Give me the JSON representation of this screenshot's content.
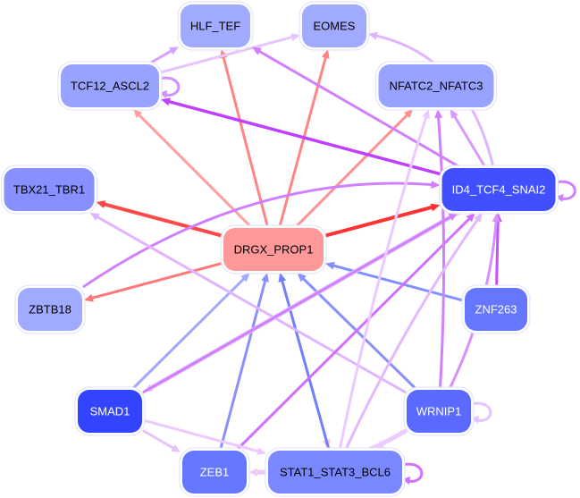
{
  "nodes": [
    {
      "id": "HLF_TEF",
      "label": "HLF_TEF",
      "fill": "#a0aaff",
      "text_color": "#000000"
    },
    {
      "id": "EOMES",
      "label": "EOMES",
      "fill": "#a0aaff",
      "text_color": "#000000"
    },
    {
      "id": "TCF12_ASCL2",
      "label": "TCF12_ASCL2",
      "fill": "#98a2ff",
      "text_color": "#000000"
    },
    {
      "id": "NFATC2_NFATC3",
      "label": "NFATC2_NFATC3",
      "fill": "#98a2ff",
      "text_color": "#000000"
    },
    {
      "id": "TBX21_TBR1",
      "label": "TBX21_TBR1",
      "fill": "#8890ff",
      "text_color": "#000000"
    },
    {
      "id": "ID4_TCF4_SNAI2",
      "label": "ID4_TCF4_SNAI2",
      "fill": "#4050ff",
      "text_color": "#ffffff"
    },
    {
      "id": "DRGX_PROP1",
      "label": "DRGX_PROP1",
      "fill": "#ff9999",
      "text_color": "#000000"
    },
    {
      "id": "ZBTB18",
      "label": "ZBTB18",
      "fill": "#a0aaff",
      "text_color": "#000000"
    },
    {
      "id": "ZNF263",
      "label": "ZNF263",
      "fill": "#6677ff",
      "text_color": "#ffffff"
    },
    {
      "id": "SMAD1",
      "label": "SMAD1",
      "fill": "#3344ff",
      "text_color": "#ffffff"
    },
    {
      "id": "WRNIP1",
      "label": "WRNIP1",
      "fill": "#5a6aff",
      "text_color": "#ffffff"
    },
    {
      "id": "ZEB1",
      "label": "ZEB1",
      "fill": "#6677ff",
      "text_color": "#ffffff"
    },
    {
      "id": "STAT1_STAT3_BCL6",
      "label": "STAT1_STAT3_BCL6",
      "fill": "#7a88ff",
      "text_color": "#000000"
    }
  ],
  "edges": [
    {
      "source": "DRGX_PROP1",
      "target": "HLF_TEF",
      "color": "#ff8585"
    },
    {
      "source": "DRGX_PROP1",
      "target": "EOMES",
      "color": "#ff8585"
    },
    {
      "source": "DRGX_PROP1",
      "target": "TCF12_ASCL2",
      "color": "#ffa0a0"
    },
    {
      "source": "DRGX_PROP1",
      "target": "NFATC2_NFATC3",
      "color": "#ff9090"
    },
    {
      "source": "DRGX_PROP1",
      "target": "TBX21_TBR1",
      "color": "#ff4848"
    },
    {
      "source": "DRGX_PROP1",
      "target": "ID4_TCF4_SNAI2",
      "color": "#ff3333"
    },
    {
      "source": "DRGX_PROP1",
      "target": "ZBTB18",
      "color": "#ff7777"
    },
    {
      "source": "DRGX_PROP1",
      "target": "STAT1_STAT3_BCL6",
      "color": "#ffc4b8"
    },
    {
      "source": "TCF12_ASCL2",
      "target": "HLF_TEF",
      "color": "#d8a0ff"
    },
    {
      "source": "TCF12_ASCL2",
      "target": "EOMES",
      "color": "#e8c4ff"
    },
    {
      "source": "TCF12_ASCL2",
      "target": "TCF12_ASCL2",
      "color": "#d090ff"
    },
    {
      "source": "ID4_TCF4_SNAI2",
      "target": "TCF12_ASCL2",
      "color": "#c040ff"
    },
    {
      "source": "ID4_TCF4_SNAI2",
      "target": "HLF_TEF",
      "color": "#d080ff"
    },
    {
      "source": "ID4_TCF4_SNAI2",
      "target": "EOMES",
      "color": "#e0b4ff"
    },
    {
      "source": "ID4_TCF4_SNAI2",
      "target": "NFATC2_NFATC3",
      "color": "#d898ff"
    },
    {
      "source": "ID4_TCF4_SNAI2",
      "target": "ID4_TCF4_SNAI2",
      "color": "#d080ff"
    },
    {
      "source": "ZBTB18",
      "target": "ID4_TCF4_SNAI2",
      "color": "#d080ff"
    },
    {
      "source": "ZNF263",
      "target": "ID4_TCF4_SNAI2",
      "color": "#c450ff"
    },
    {
      "source": "ZNF263",
      "target": "DRGX_PROP1",
      "color": "#8090ff"
    },
    {
      "source": "SMAD1",
      "target": "DRGX_PROP1",
      "color": "#a0a8ff"
    },
    {
      "source": "ZEB1",
      "target": "DRGX_PROP1",
      "color": "#8890ff"
    },
    {
      "source": "STAT1_STAT3_BCL6",
      "target": "DRGX_PROP1",
      "color": "#7080ff"
    },
    {
      "source": "WRNIP1",
      "target": "DRGX_PROP1",
      "color": "#8890ff"
    },
    {
      "source": "WRNIP1",
      "target": "TBX21_TBR1",
      "color": "#e0b4ff"
    },
    {
      "source": "ID4_TCF4_SNAI2",
      "target": "SMAD1",
      "color": "#e4c4ff"
    },
    {
      "source": "SMAD1",
      "target": "ID4_TCF4_SNAI2",
      "color": "#d080ff"
    },
    {
      "source": "ZEB1",
      "target": "ID4_TCF4_SNAI2",
      "color": "#d070ff"
    },
    {
      "source": "WRNIP1",
      "target": "NFATC2_NFATC3",
      "color": "#d080ff"
    },
    {
      "source": "WRNIP1",
      "target": "ID4_TCF4_SNAI2",
      "color": "#d890ff"
    },
    {
      "source": "STAT1_STAT3_BCL6",
      "target": "NFATC2_NFATC3",
      "color": "#eccaff"
    },
    {
      "source": "STAT1_STAT3_BCL6",
      "target": "ID4_TCF4_SNAI2",
      "color": "#e4b8ff"
    },
    {
      "source": "SMAD1",
      "target": "ZEB1",
      "color": "#e4c4ff"
    },
    {
      "source": "SMAD1",
      "target": "STAT1_STAT3_BCL6",
      "color": "#eccaff"
    },
    {
      "source": "WRNIP1",
      "target": "ZEB1",
      "color": "#eccaff"
    },
    {
      "source": "WRNIP1",
      "target": "STAT1_STAT3_BCL6",
      "color": "#eccaff"
    },
    {
      "source": "WRNIP1",
      "target": "WRNIP1",
      "color": "#e4c4ff"
    },
    {
      "source": "STAT1_STAT3_BCL6",
      "target": "STAT1_STAT3_BCL6",
      "color": "#d070ff"
    }
  ]
}
